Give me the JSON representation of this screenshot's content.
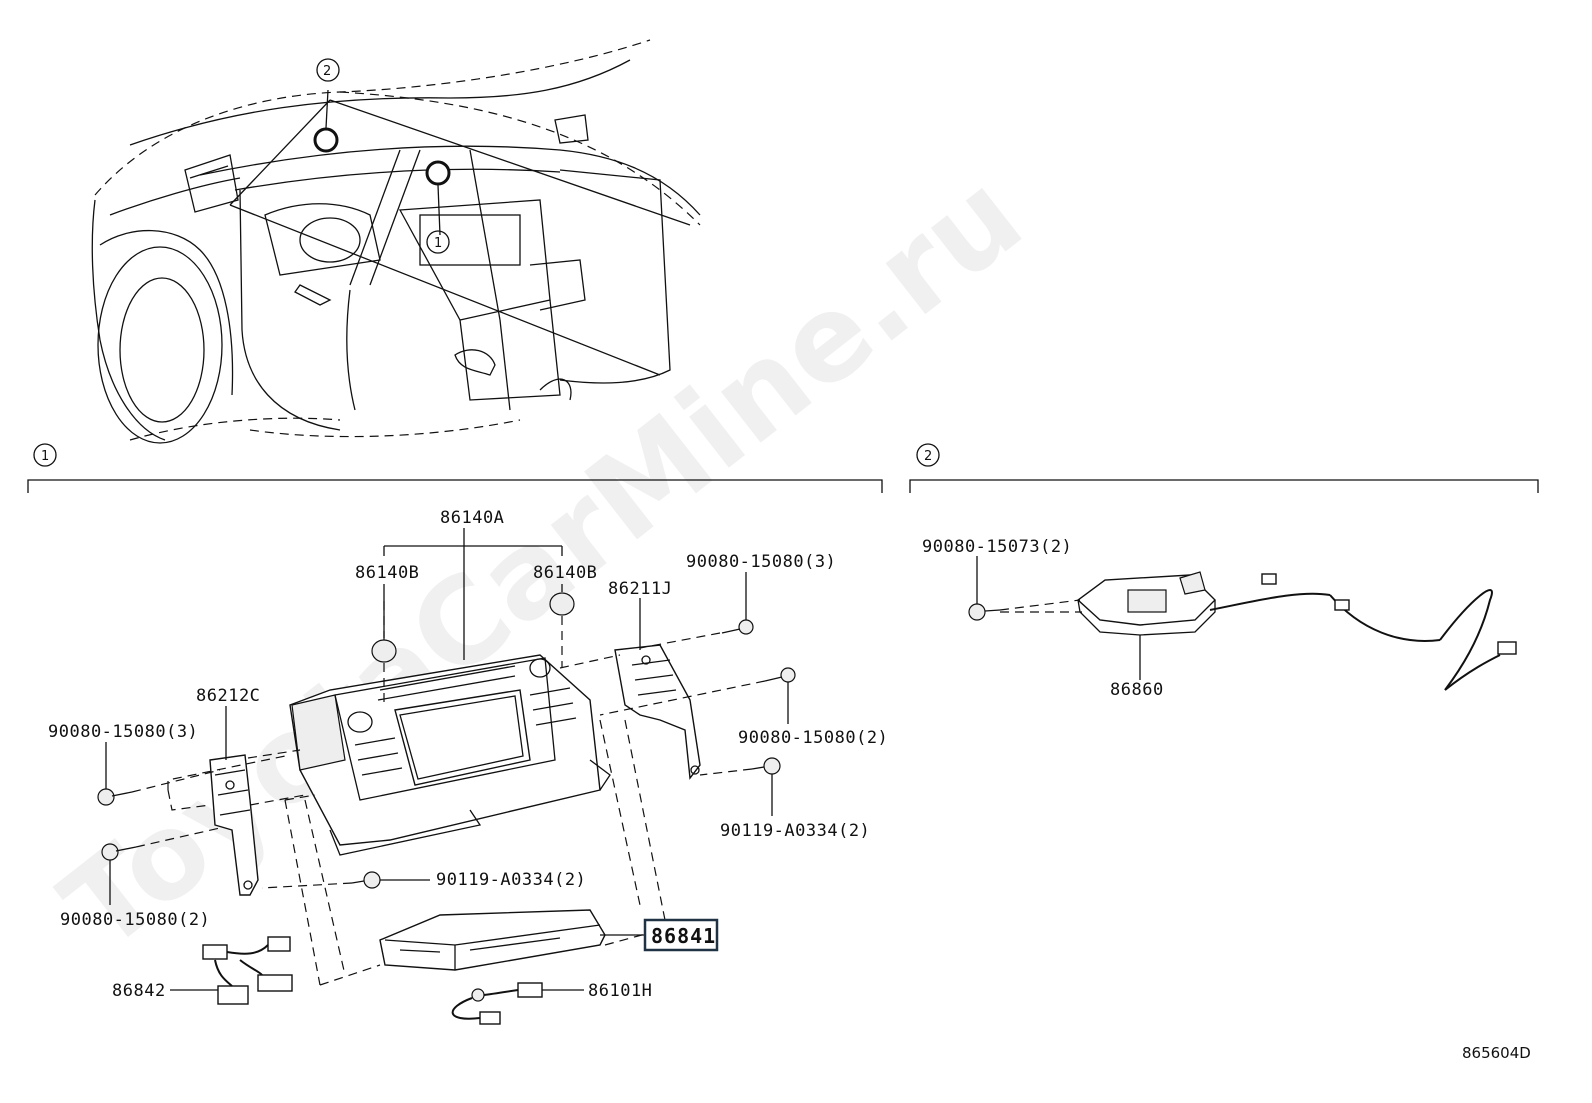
{
  "diagram": {
    "drawing_code": "865604D",
    "watermark": "ToyotaCarMine.ru",
    "callouts": [
      "1",
      "2"
    ],
    "sections": [
      {
        "callout": "1"
      },
      {
        "callout": "2"
      }
    ],
    "labels": {
      "p86140A": "86140A",
      "p86140B_left": "86140B",
      "p86140B_right": "86140B",
      "p86211J": "86211J",
      "p86212C": "86212C",
      "bolt_tr": "90080-15080(3)",
      "bolt_r": "90080-15080(2)",
      "screw_r": "90119-A0334(2)",
      "bolt_l": "90080-15080(3)",
      "bolt_bl": "90080-15080(2)",
      "screw_c": "90119-A0334(2)",
      "p86841": "86841",
      "p86842": "86842",
      "p86101H": "86101H",
      "bolt_s2": "90080-15073(2)",
      "p86860": "86860"
    },
    "highlighted_part": "86841"
  }
}
